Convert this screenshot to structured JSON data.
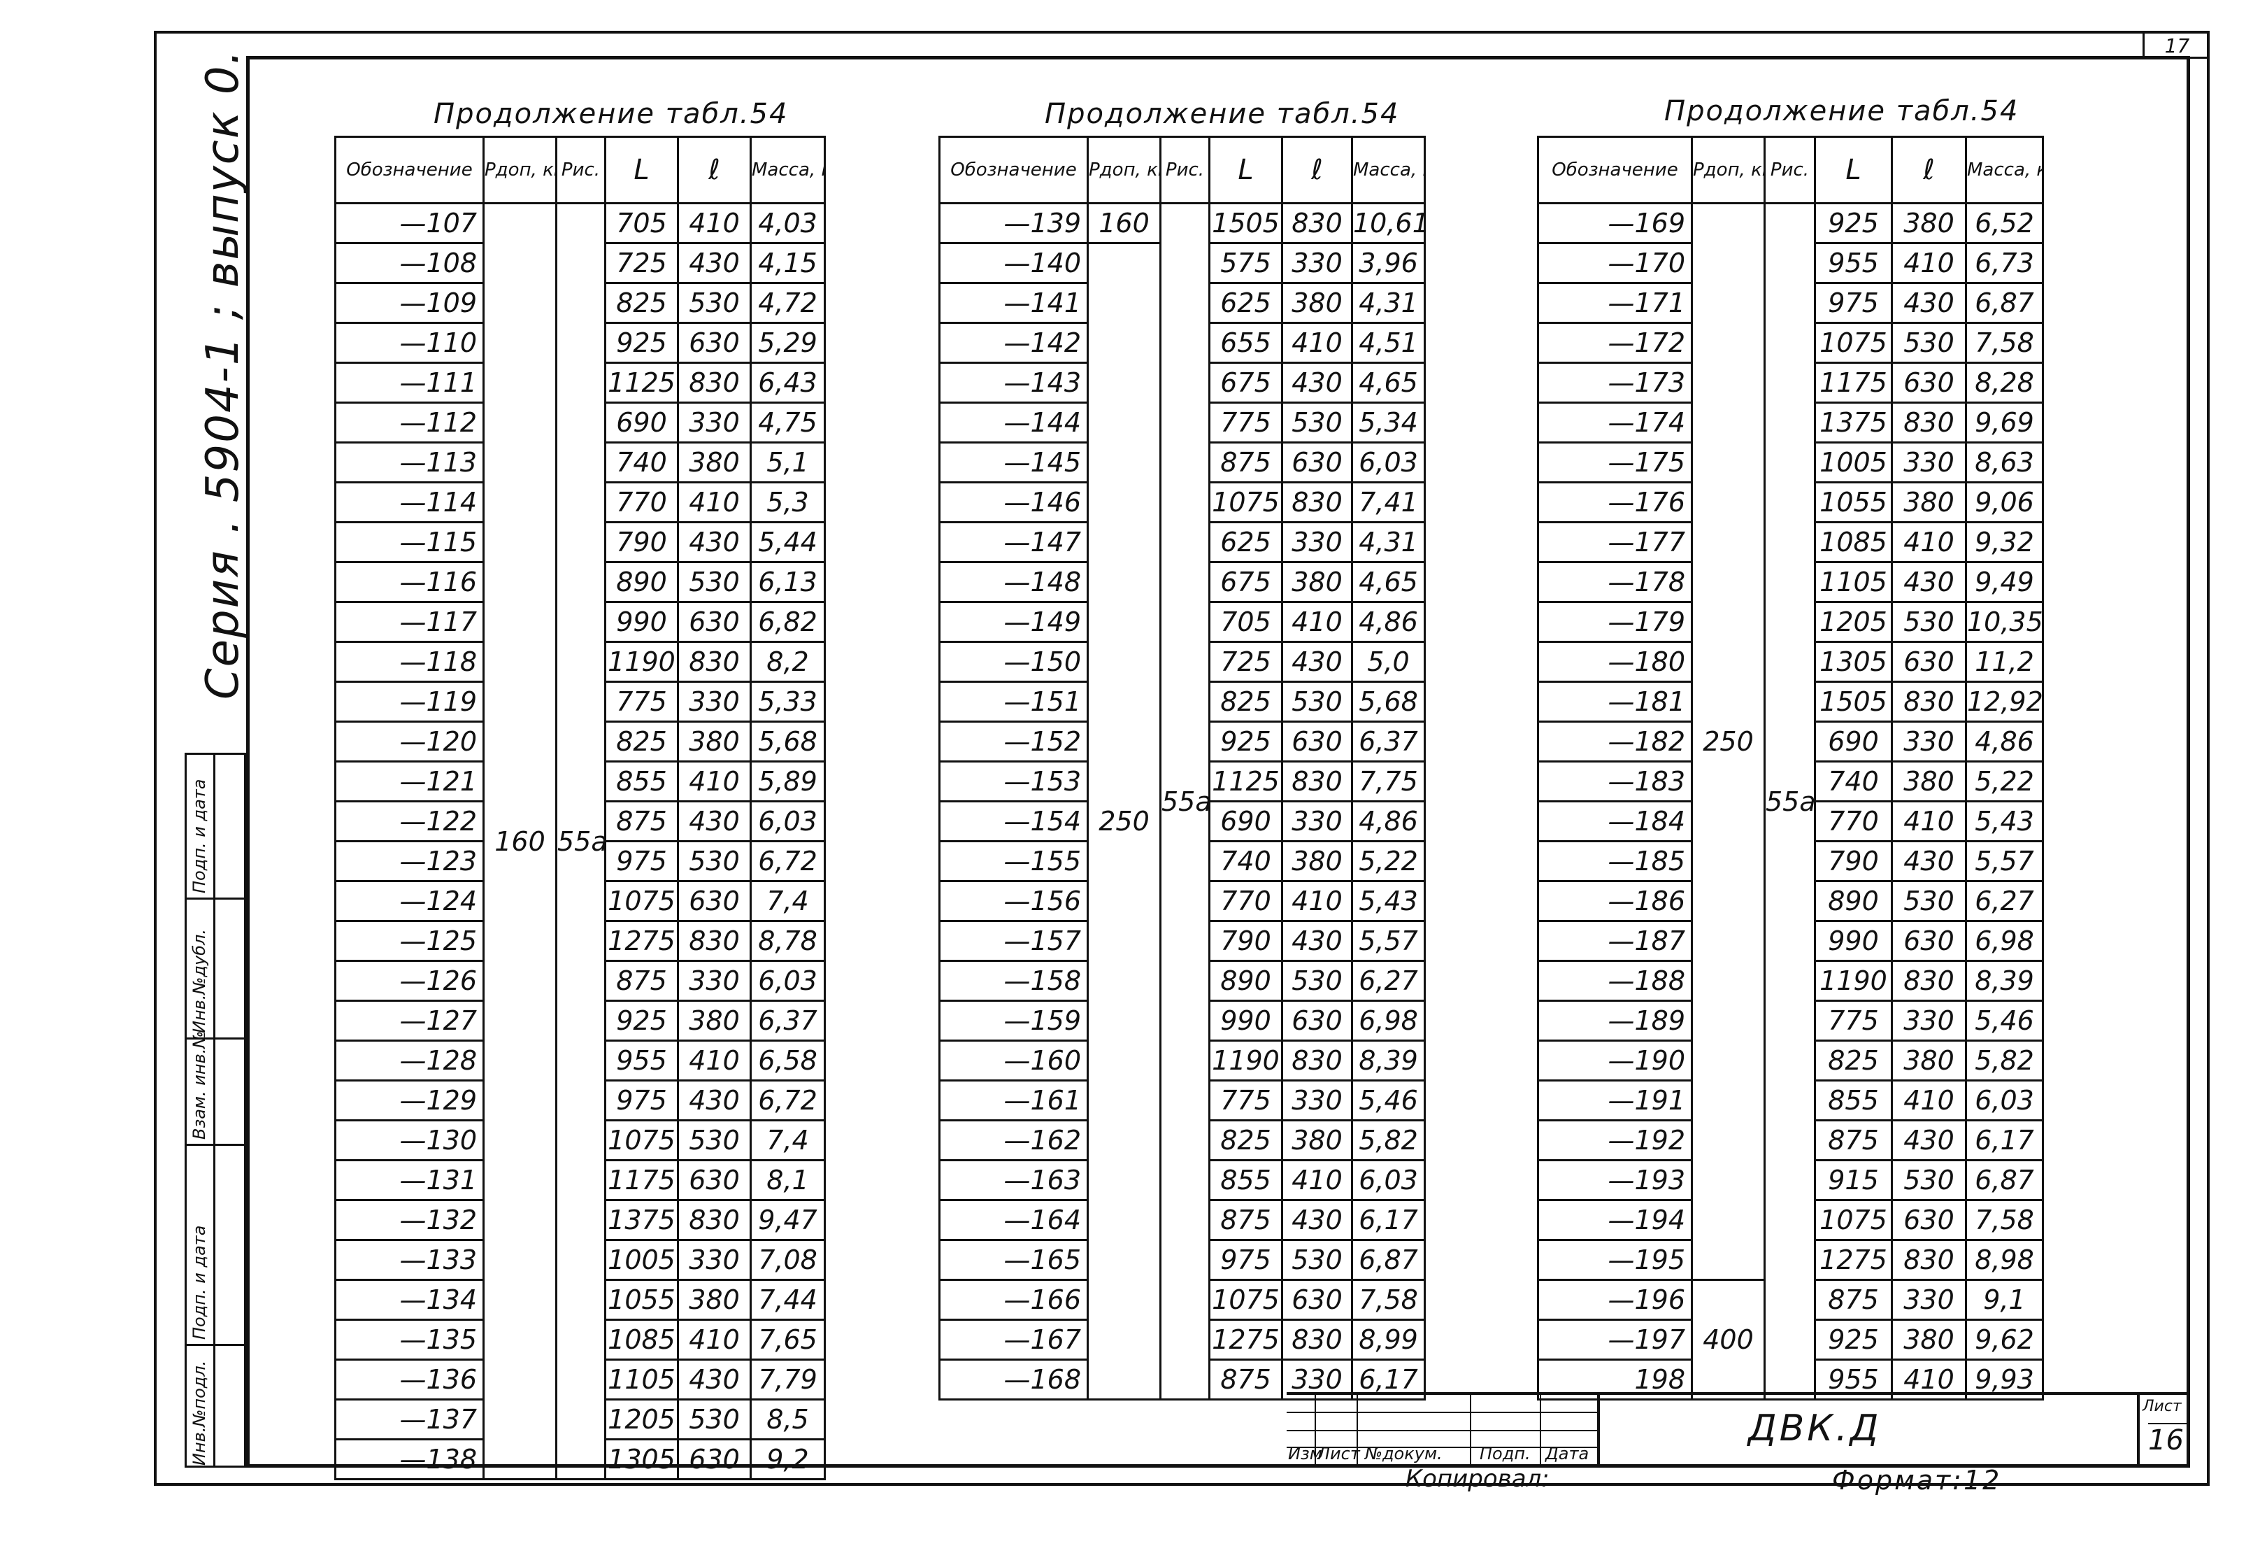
{
  "sheet": {
    "page_top": "17",
    "sheet_label": "Лист",
    "sheet_no": "16"
  },
  "series": "Серия . 5904-1 ; выпуск 0.",
  "stamp_strip": [
    "Инв.№подл.",
    "Подп. и дата",
    "Взам. инв.№",
    "Инв.№дубл.",
    "Подп. и дата"
  ],
  "headers": {
    "designation": "Обозначение",
    "p_allow": "Pдоп, кгс",
    "fig": "Рис.",
    "L": "L",
    "l": "ℓ",
    "mass": "Масса, кг"
  },
  "tables": [
    {
      "caption": "Продолжение табл.54",
      "p_allow": "160",
      "fig": "55а",
      "rows": [
        [
          "—107",
          "705",
          "410",
          "4,03"
        ],
        [
          "—108",
          "725",
          "430",
          "4,15"
        ],
        [
          "—109",
          "825",
          "530",
          "4,72"
        ],
        [
          "—110",
          "925",
          "630",
          "5,29"
        ],
        [
          "—111",
          "1125",
          "830",
          "6,43"
        ],
        [
          "—112",
          "690",
          "330",
          "4,75"
        ],
        [
          "—113",
          "740",
          "380",
          "5,1"
        ],
        [
          "—114",
          "770",
          "410",
          "5,3"
        ],
        [
          "—115",
          "790",
          "430",
          "5,44"
        ],
        [
          "—116",
          "890",
          "530",
          "6,13"
        ],
        [
          "—117",
          "990",
          "630",
          "6,82"
        ],
        [
          "—118",
          "1190",
          "830",
          "8,2"
        ],
        [
          "—119",
          "775",
          "330",
          "5,33"
        ],
        [
          "—120",
          "825",
          "380",
          "5,68"
        ],
        [
          "—121",
          "855",
          "410",
          "5,89"
        ],
        [
          "—122",
          "875",
          "430",
          "6,03"
        ],
        [
          "—123",
          "975",
          "530",
          "6,72"
        ],
        [
          "—124",
          "1075",
          "630",
          "7,4"
        ],
        [
          "—125",
          "1275",
          "830",
          "8,78"
        ],
        [
          "—126",
          "875",
          "330",
          "6,03"
        ],
        [
          "—127",
          "925",
          "380",
          "6,37"
        ],
        [
          "—128",
          "955",
          "410",
          "6,58"
        ],
        [
          "—129",
          "975",
          "430",
          "6,72"
        ],
        [
          "—130",
          "1075",
          "530",
          "7,4"
        ],
        [
          "—131",
          "1175",
          "630",
          "8,1"
        ],
        [
          "—132",
          "1375",
          "830",
          "9,47"
        ],
        [
          "—133",
          "1005",
          "330",
          "7,08"
        ],
        [
          "—134",
          "1055",
          "380",
          "7,44"
        ],
        [
          "—135",
          "1085",
          "410",
          "7,65"
        ],
        [
          "—136",
          "1105",
          "430",
          "7,79"
        ],
        [
          "—137",
          "1205",
          "530",
          "8,5"
        ],
        [
          "—138",
          "1305",
          "630",
          "9,2"
        ]
      ]
    },
    {
      "caption": "Продолжение табл.54",
      "p_allow_first": "160",
      "p_allow": "250",
      "fig": "55а",
      "rows": [
        [
          "—139",
          "1505",
          "830",
          "10,61"
        ],
        [
          "—140",
          "575",
          "330",
          "3,96"
        ],
        [
          "—141",
          "625",
          "380",
          "4,31"
        ],
        [
          "—142",
          "655",
          "410",
          "4,51"
        ],
        [
          "—143",
          "675",
          "430",
          "4,65"
        ],
        [
          "—144",
          "775",
          "530",
          "5,34"
        ],
        [
          "—145",
          "875",
          "630",
          "6,03"
        ],
        [
          "—146",
          "1075",
          "830",
          "7,41"
        ],
        [
          "—147",
          "625",
          "330",
          "4,31"
        ],
        [
          "—148",
          "675",
          "380",
          "4,65"
        ],
        [
          "—149",
          "705",
          "410",
          "4,86"
        ],
        [
          "—150",
          "725",
          "430",
          "5,0"
        ],
        [
          "—151",
          "825",
          "530",
          "5,68"
        ],
        [
          "—152",
          "925",
          "630",
          "6,37"
        ],
        [
          "—153",
          "1125",
          "830",
          "7,75"
        ],
        [
          "—154",
          "690",
          "330",
          "4,86"
        ],
        [
          "—155",
          "740",
          "380",
          "5,22"
        ],
        [
          "—156",
          "770",
          "410",
          "5,43"
        ],
        [
          "—157",
          "790",
          "430",
          "5,57"
        ],
        [
          "—158",
          "890",
          "530",
          "6,27"
        ],
        [
          "—159",
          "990",
          "630",
          "6,98"
        ],
        [
          "—160",
          "1190",
          "830",
          "8,39"
        ],
        [
          "—161",
          "775",
          "330",
          "5,46"
        ],
        [
          "—162",
          "825",
          "380",
          "5,82"
        ],
        [
          "—163",
          "855",
          "410",
          "6,03"
        ],
        [
          "—164",
          "875",
          "430",
          "6,17"
        ],
        [
          "—165",
          "975",
          "530",
          "6,87"
        ],
        [
          "—166",
          "1075",
          "630",
          "7,58"
        ],
        [
          "—167",
          "1275",
          "830",
          "8,99"
        ],
        [
          "—168",
          "875",
          "330",
          "6,17"
        ]
      ]
    },
    {
      "caption": "Продолжение табл.54",
      "p_allow": "250",
      "p_allow_last": "400",
      "fig": "55а",
      "rows": [
        [
          "—169",
          "925",
          "380",
          "6,52"
        ],
        [
          "—170",
          "955",
          "410",
          "6,73"
        ],
        [
          "—171",
          "975",
          "430",
          "6,87"
        ],
        [
          "—172",
          "1075",
          "530",
          "7,58"
        ],
        [
          "—173",
          "1175",
          "630",
          "8,28"
        ],
        [
          "—174",
          "1375",
          "830",
          "9,69"
        ],
        [
          "—175",
          "1005",
          "330",
          "8,63"
        ],
        [
          "—176",
          "1055",
          "380",
          "9,06"
        ],
        [
          "—177",
          "1085",
          "410",
          "9,32"
        ],
        [
          "—178",
          "1105",
          "430",
          "9,49"
        ],
        [
          "—179",
          "1205",
          "530",
          "10,35"
        ],
        [
          "—180",
          "1305",
          "630",
          "11,2"
        ],
        [
          "—181",
          "1505",
          "830",
          "12,92"
        ],
        [
          "—182",
          "690",
          "330",
          "4,86"
        ],
        [
          "—183",
          "740",
          "380",
          "5,22"
        ],
        [
          "—184",
          "770",
          "410",
          "5,43"
        ],
        [
          "—185",
          "790",
          "430",
          "5,57"
        ],
        [
          "—186",
          "890",
          "530",
          "6,27"
        ],
        [
          "—187",
          "990",
          "630",
          "6,98"
        ],
        [
          "—188",
          "1190",
          "830",
          "8,39"
        ],
        [
          "—189",
          "775",
          "330",
          "5,46"
        ],
        [
          "—190",
          "825",
          "380",
          "5,82"
        ],
        [
          "—191",
          "855",
          "410",
          "6,03"
        ],
        [
          "—192",
          "875",
          "430",
          "6,17"
        ],
        [
          "—193",
          "915",
          "530",
          "6,87"
        ],
        [
          "—194",
          "1075",
          "630",
          "7,58"
        ],
        [
          "—195",
          "1275",
          "830",
          "8,98"
        ],
        [
          "—196",
          "875",
          "330",
          "9,1"
        ],
        [
          "—197",
          "925",
          "380",
          "9,62"
        ],
        [
          "198",
          "955",
          "410",
          "9,93"
        ]
      ]
    }
  ],
  "title_block": {
    "cols": [
      "Изм",
      "Лист",
      "№докум.",
      "Подп.",
      "Дата"
    ],
    "doc_code": "ДВК.Д",
    "copied": "Копировал:",
    "format": "Формат:12"
  }
}
